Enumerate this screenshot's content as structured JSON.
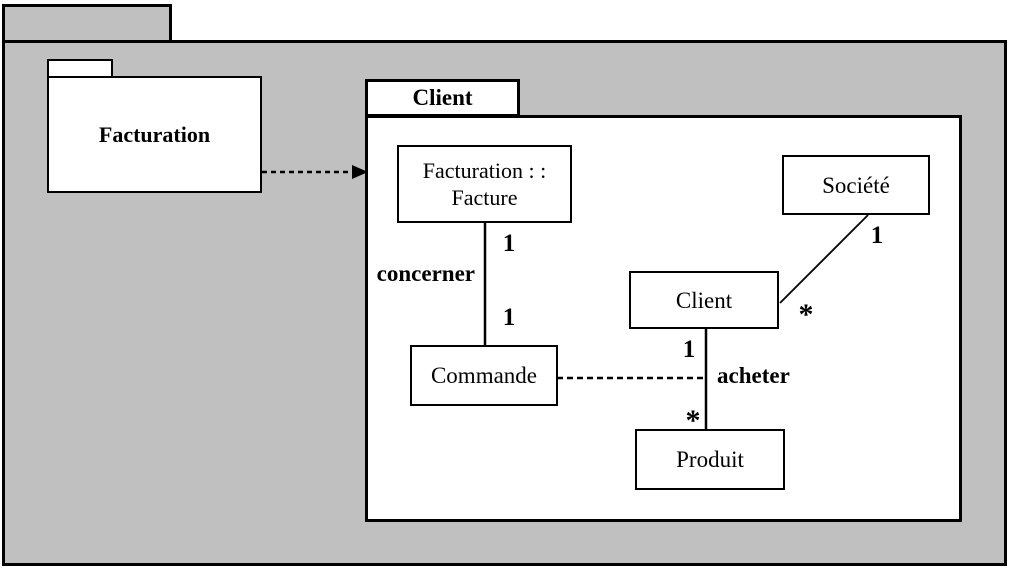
{
  "colors": {
    "package_fill": "#c0c0c0",
    "box_fill": "#ffffff",
    "line": "#000000"
  },
  "packages": {
    "outer": {
      "label": ""
    },
    "facturation": {
      "label": "Facturation"
    },
    "client": {
      "label": "Client"
    }
  },
  "classes": {
    "facture": {
      "line1": "Facturation : :",
      "line2": "Facture"
    },
    "societe": {
      "label": "Société"
    },
    "client": {
      "label": "Client"
    },
    "commande": {
      "label": "Commande"
    },
    "produit": {
      "label": "Produit"
    }
  },
  "associations": {
    "concerner": {
      "label": "concerner",
      "mult_facture": "1",
      "mult_commande": "1"
    },
    "acheter": {
      "label": "acheter",
      "mult_client": "1",
      "mult_produit": "*"
    },
    "societe_client": {
      "mult_societe": "1",
      "mult_client": "*"
    }
  },
  "dependency": {
    "from": "Facturation",
    "to": "Client",
    "style": "dashed-arrow"
  }
}
